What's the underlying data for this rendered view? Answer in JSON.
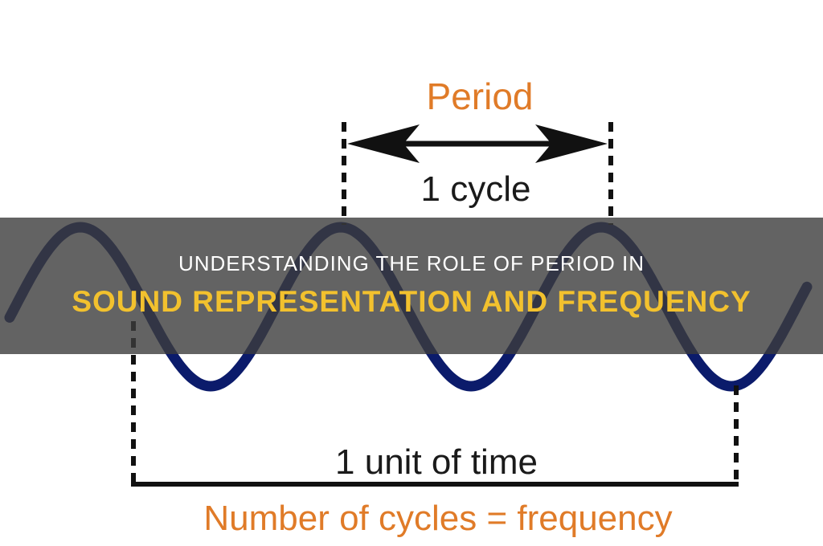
{
  "diagram": {
    "period_label": "Period",
    "cycle_label": "1 cycle",
    "time_label": "1 unit of time",
    "frequency_label": "Number of cycles = frequency",
    "colors": {
      "wave": "#0b1b6b",
      "accent_text": "#e07b28",
      "line": "#111111",
      "text": "#1a1a1a"
    }
  },
  "title": {
    "line1": "Understanding The Role Of Period In",
    "line2": "Sound Representation And Frequency",
    "colors": {
      "band": "#3c3c3c",
      "line1": "#ffffff",
      "line2": "#f2c12e"
    }
  }
}
